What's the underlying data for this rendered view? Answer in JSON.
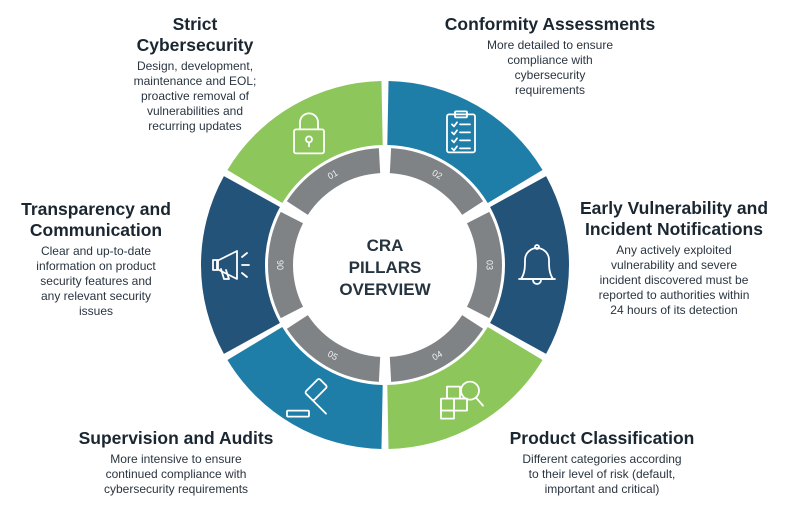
{
  "center_title": [
    "CRA",
    "PILLARS",
    "OVERVIEW"
  ],
  "colors": {
    "green": "#8dc65a",
    "teal": "#1f7ea8",
    "navy": "#24537a",
    "ring_gray": "#7f8386",
    "center_bg": "#ffffff",
    "icon_stroke": "#ffffff",
    "text_dark": "#1a2630"
  },
  "pillars": [
    {
      "number": "01",
      "title_lines": [
        "Strict Cybersecurity"
      ],
      "description_lines": [
        "Design, development,",
        "maintenance and EOL;",
        "proactive removal of",
        "vulnerabilities and",
        "recurring updates"
      ],
      "color": "green",
      "icon": "padlock-icon"
    },
    {
      "number": "02",
      "title_lines": [
        "Conformity Assessments"
      ],
      "description_lines": [
        "More detailed to ensure",
        "compliance with",
        "cybersecurity",
        "requirements"
      ],
      "color": "teal",
      "icon": "clipboard-checklist-icon"
    },
    {
      "number": "03",
      "title_lines": [
        "Early Vulnerability and",
        "Incident Notifications"
      ],
      "description_lines": [
        "Any actively exploited",
        "vulnerability and severe",
        "incident discovered must be",
        "reported to authorities within",
        "24 hours of its detection"
      ],
      "color": "navy",
      "icon": "bell-icon"
    },
    {
      "number": "04",
      "title_lines": [
        "Product Classification"
      ],
      "description_lines": [
        "Different categories according",
        "to their level of risk (default,",
        "important and critical)"
      ],
      "color": "green",
      "icon": "boxes-magnifier-icon"
    },
    {
      "number": "05",
      "title_lines": [
        "Supervision and Audits"
      ],
      "description_lines": [
        "More intensive to ensure",
        "continued compliance with",
        "cybersecurity requirements"
      ],
      "color": "teal",
      "icon": "gavel-icon"
    },
    {
      "number": "06",
      "title_lines": [
        "Transparency and",
        "Communication"
      ],
      "description_lines": [
        "Clear and up-to-date",
        "information on product",
        "security features and",
        "any relevant security",
        "issues"
      ],
      "color": "navy",
      "icon": "megaphone-icon"
    }
  ]
}
